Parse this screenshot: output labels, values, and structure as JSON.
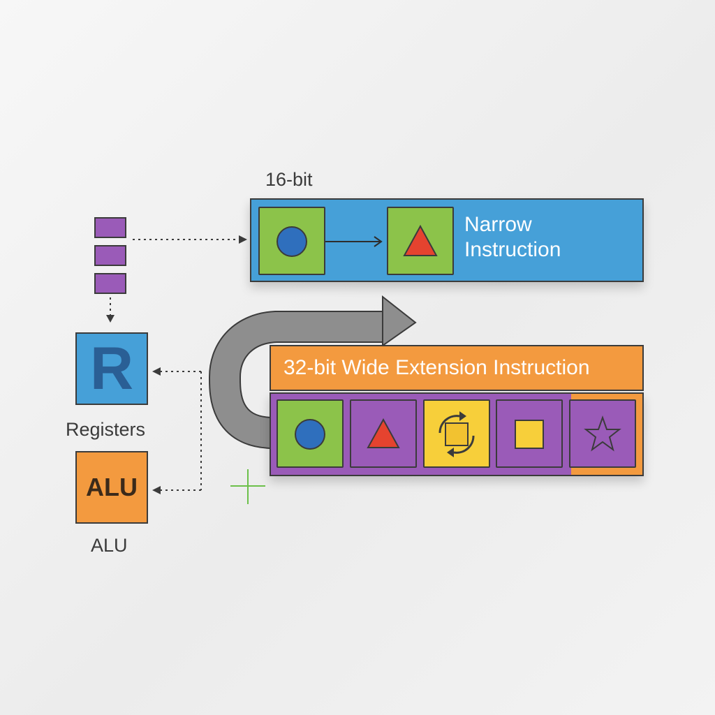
{
  "labels": {
    "bit16": "16-bit",
    "narrow_line1": "Narrow",
    "narrow_line2": "Instruction",
    "wide_header": "32-bit Wide Extension Instruction",
    "registers_caption": "Registers",
    "registers_glyph": "R",
    "alu_caption": "ALU",
    "alu_glyph": "ALU"
  },
  "narrow_instruction_cells": [
    {
      "shape": "circle",
      "fill": "#2f6fbd",
      "background": "#8cc34a"
    },
    {
      "shape": "triangle",
      "fill": "#e5432f",
      "background": "#8cc34a"
    }
  ],
  "wide_instruction_cells": [
    {
      "shape": "circle",
      "fill": "#2f6fbd",
      "background": "#8cc34a"
    },
    {
      "shape": "triangle",
      "fill": "#e5432f",
      "background": "#9a5bb8"
    },
    {
      "shape": "rotate-arrows-icon",
      "fill": "#f2c230",
      "background": "#f7cf3a"
    },
    {
      "shape": "square",
      "fill": "#f7cf3a",
      "background": "#9a5bb8"
    },
    {
      "shape": "star",
      "fill": "#9a5bb8",
      "background": "#9a5bb8"
    }
  ],
  "colors": {
    "blue": "#46a0d8",
    "orange": "#f39a3f",
    "purple": "#9a5bb8",
    "green": "#8cc34a",
    "yellow": "#f7cf3a",
    "red": "#e5432f",
    "arrow_gray": "#8a8a8a",
    "outline": "#3b3b3b"
  }
}
